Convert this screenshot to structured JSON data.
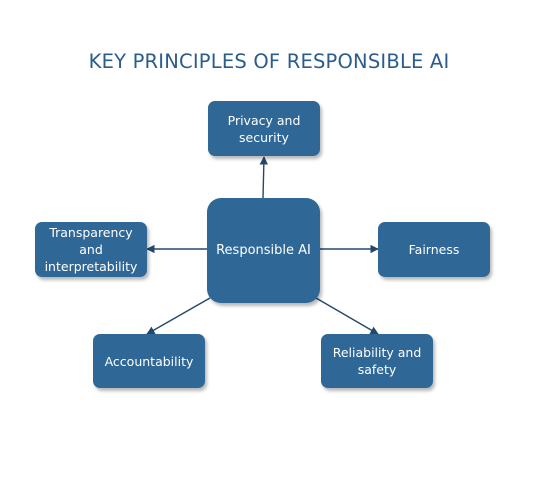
{
  "diagram": {
    "title": "KEY PRINCIPLES OF RESPONSIBLE AI",
    "center": "Responsible AI",
    "nodes": {
      "privacy": "Privacy and\nsecurity",
      "transparency": "Transparency\nand\ninterpretability",
      "fairness": "Fairness",
      "accountability": "Accountability",
      "reliability": "Reliability and\nsafety"
    }
  },
  "colors": {
    "box_fill": "#2f6796",
    "title_text": "#2b5d8c",
    "connector": "#24486b"
  }
}
